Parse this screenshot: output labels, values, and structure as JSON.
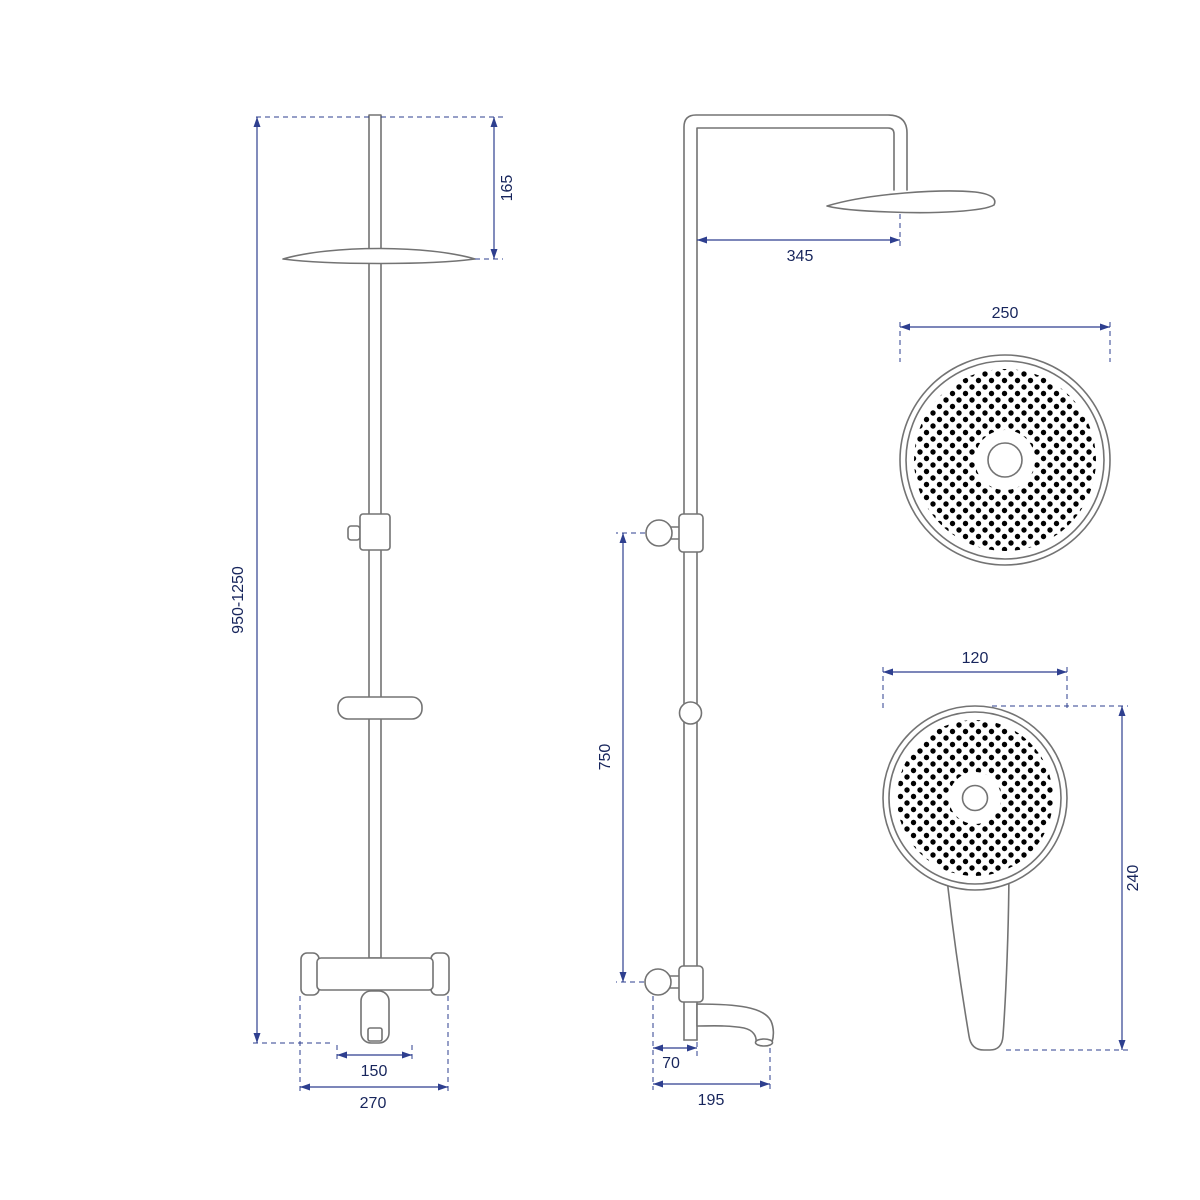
{
  "drawing": {
    "background": "#ffffff",
    "colors": {
      "outline": "#737373",
      "dimension_lines": "#2e3f8f",
      "label_text": "#17255c",
      "spray_dots": "#000000"
    },
    "front_view": {
      "head_drop": "165",
      "column_height": "950-1250",
      "spout_span": "150",
      "mixer_width": "270"
    },
    "side_view": {
      "head_reach": "345",
      "rail_length": "750",
      "spout_inset": "70",
      "spout_depth": "195"
    },
    "rain_head_view": {
      "diameter": "250"
    },
    "hand_shower_view": {
      "face_width": "120",
      "length": "240"
    }
  }
}
